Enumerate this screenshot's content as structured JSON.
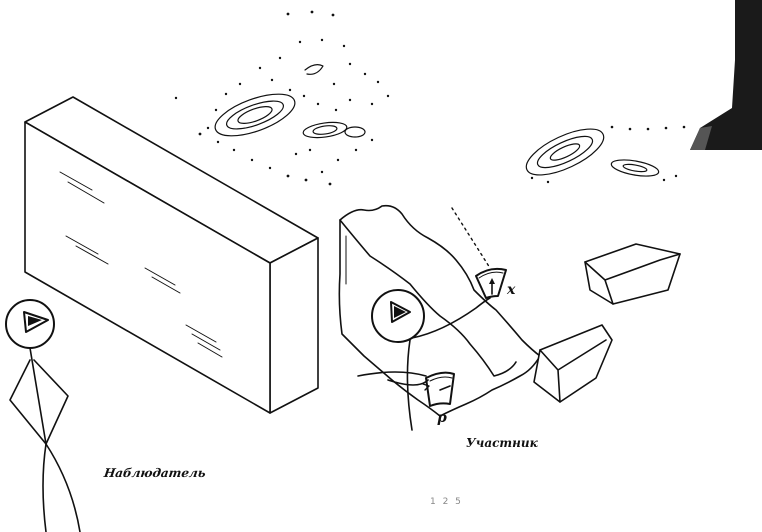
{
  "labels": {
    "observer": "Наблюдатель",
    "participant": "Участник",
    "x_symbol": "x",
    "p_symbol": "p",
    "page_number": "1 2 5"
  },
  "colors": {
    "ink": "#111111",
    "paper": "#ffffff",
    "corner_shade": "#1a1a1a"
  }
}
